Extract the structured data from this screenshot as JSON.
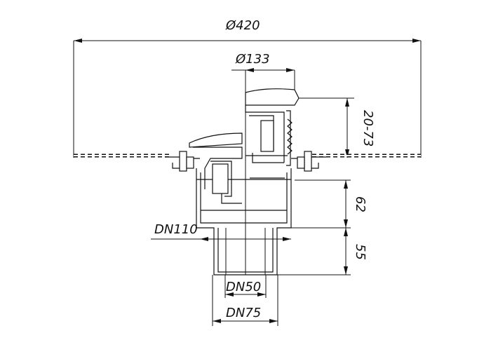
{
  "diagram": {
    "dimensions": {
      "overall_diameter": "Ø420",
      "inlet_diameter": "Ø133",
      "height_adjust": "20-73",
      "body_height": "62",
      "spigot_height": "55",
      "outlet_main": "DN110",
      "outlet_inner": "DN50",
      "outlet_outer": "DN75"
    }
  }
}
